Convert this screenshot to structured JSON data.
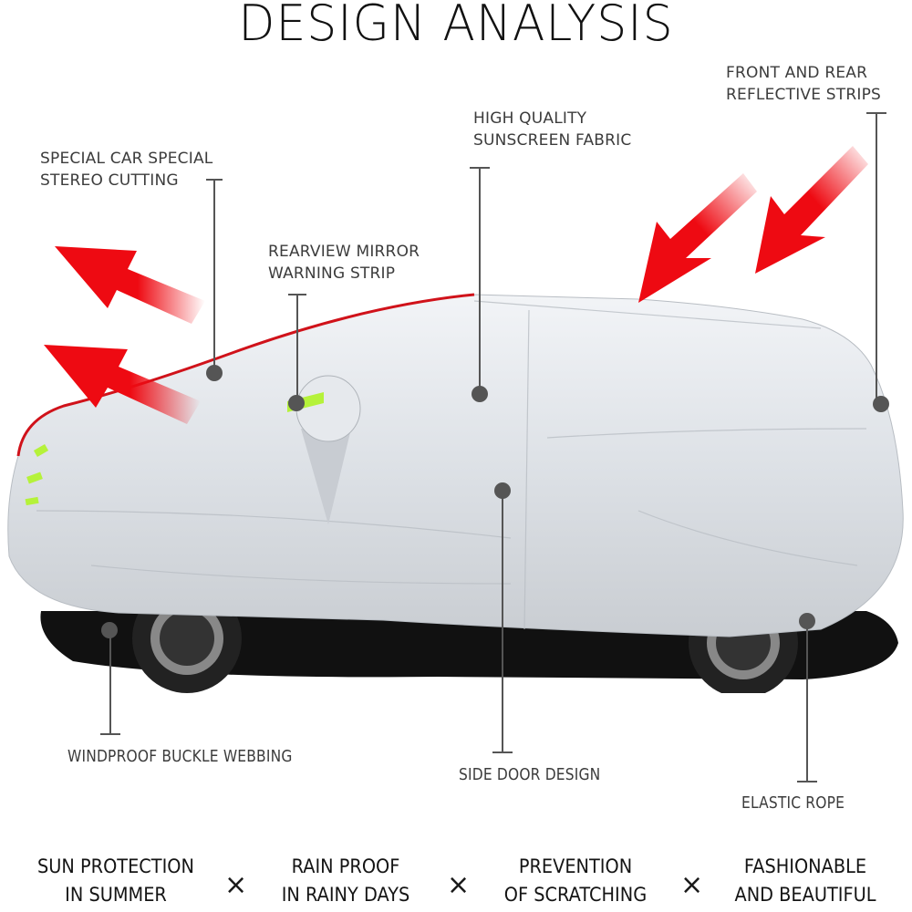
{
  "title": "DESIGN ANALYSIS",
  "callouts": [
    {
      "id": "stereo-cutting",
      "line1": "SPECIAL CAR SPECIAL",
      "line2": "STEREO CUTTING"
    },
    {
      "id": "mirror-strip",
      "line1": "REARVIEW MIRROR",
      "line2": "WARNING STRIP"
    },
    {
      "id": "sunscreen-fabric",
      "line1": "HIGH QUALITY",
      "line2": "SUNSCREEN FABRIC"
    },
    {
      "id": "reflective-strips",
      "line1": "FRONT AND REAR",
      "line2": "REFLECTIVE STRIPS"
    },
    {
      "id": "buckle-webbing",
      "line1": "WINDPROOF BUCKLE WEBBING"
    },
    {
      "id": "side-door",
      "line1": "SIDE DOOR DESIGN"
    },
    {
      "id": "elastic-rope",
      "line1": "ELASTIC ROPE"
    }
  ],
  "features": [
    {
      "line1": "SUN PROTECTION",
      "line2": "IN SUMMER"
    },
    {
      "line1": "RAIN PROOF",
      "line2": "IN RAINY DAYS"
    },
    {
      "line1": "PREVENTION",
      "line2": "OF SCRATCHING"
    },
    {
      "line1": "FASHIONABLE",
      "line2": "AND BEAUTIFUL"
    }
  ],
  "separator": "×",
  "colors": {
    "arrow_red": "#ee0a12",
    "cover_silver": "#d9dde2",
    "reflective_green": "#b5f23a",
    "leader_gray": "#555555",
    "red_piping": "#d0121a"
  }
}
